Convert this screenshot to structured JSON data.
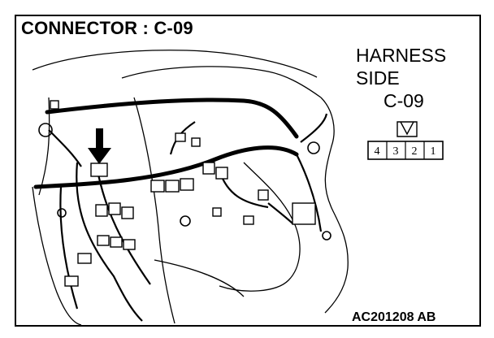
{
  "diagram": {
    "title": "CONNECTOR : C-09",
    "harness_label_line1": "HARNESS",
    "harness_label_line2": "SIDE",
    "harness_connector_code": "C-09",
    "pins": [
      "4",
      "3",
      "2",
      "1"
    ],
    "footer_code": "AC201208 AB"
  }
}
